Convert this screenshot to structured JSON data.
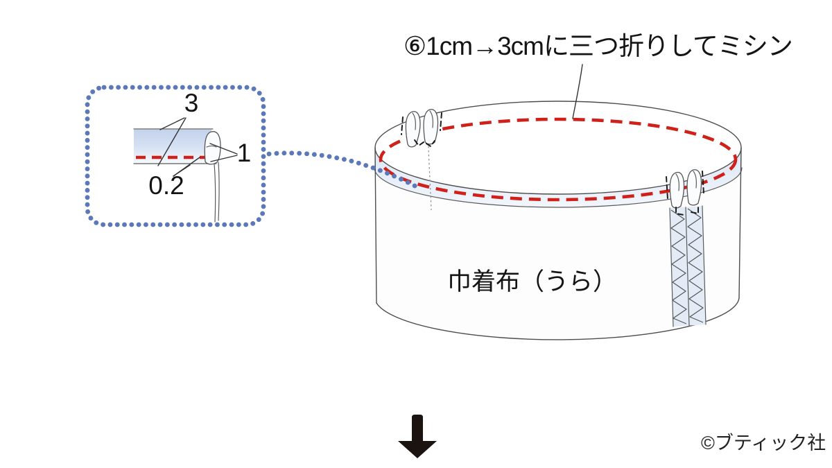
{
  "title": {
    "step": "⑥1cm→3cmに三つ折りしてミシン"
  },
  "bag": {
    "label": "巾着布（うら）"
  },
  "inset": {
    "hem_width_label": "3",
    "fold_width_label": "1",
    "stitch_margin_label": "0.2"
  },
  "footer": {
    "copyright": "©ブティック社"
  },
  "colors": {
    "stitch_red": "#cf2019",
    "callout_blue": "#5b79b8",
    "fabric_blue": "#c9d7ee",
    "outline_gray": "#4d4d4d",
    "arrow_black": "#1b1310"
  }
}
